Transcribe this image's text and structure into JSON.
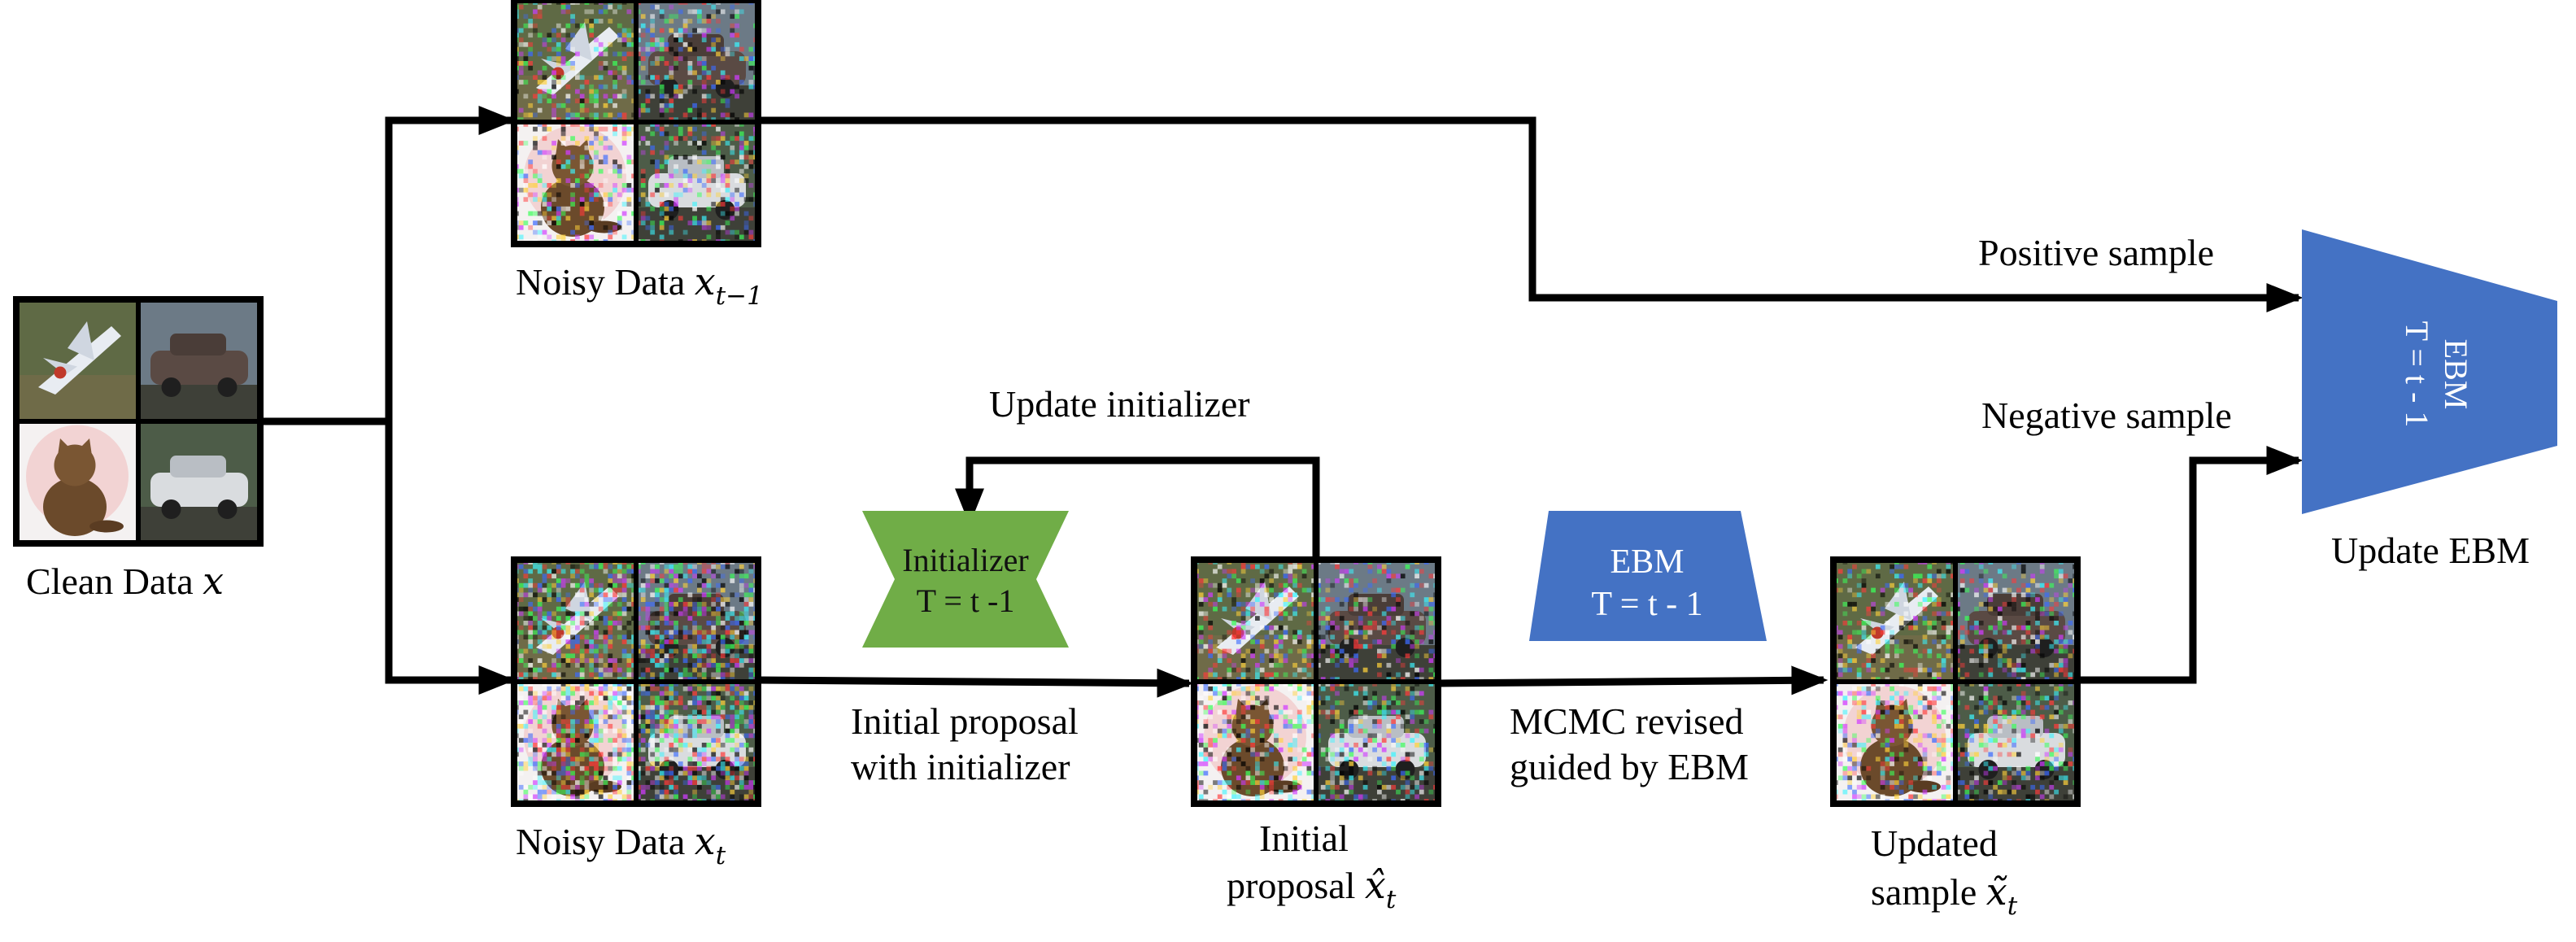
{
  "colors": {
    "ebm_blue": "#4472C4",
    "initializer_green": "#70AD47",
    "line": "#000000"
  },
  "grids": {
    "clean": {
      "label": "Clean Data",
      "symbol": "x",
      "subscript": "",
      "noise": 0,
      "tiles": [
        "airplane",
        "car",
        "cat",
        "car"
      ]
    },
    "noisy_prev": {
      "label": "Noisy Data",
      "symbol": "x",
      "subscript": "t−1",
      "noise": 0.35,
      "tiles": [
        "airplane",
        "car",
        "cat",
        "car"
      ]
    },
    "noisy_t": {
      "label": "Noisy Data",
      "symbol": "x",
      "subscript": "t",
      "noise": 0.6,
      "tiles": [
        "airplane",
        "car",
        "cat",
        "car"
      ]
    },
    "initial": {
      "label_line1": "Initial",
      "label_line2": "proposal",
      "symbol": "x̂",
      "subscript": "t",
      "noise": 0.4,
      "tiles": [
        "airplane",
        "car",
        "cat",
        "car"
      ]
    },
    "updated": {
      "label_line1": "Updated",
      "label_line2": "sample",
      "symbol": "x̃",
      "subscript": "t",
      "noise": 0.4,
      "tiles": [
        "airplane",
        "car",
        "cat",
        "car"
      ]
    }
  },
  "initializer": {
    "line1": "Initializer",
    "line2": "T = t -1"
  },
  "ebm_mid": {
    "line1": "EBM",
    "line2": "T = t - 1"
  },
  "ebm_right": {
    "line1": "EBM",
    "line2": "T = t - 1",
    "caption": "Update EBM"
  },
  "edges": {
    "positive": "Positive sample",
    "negative": "Negative sample",
    "update_initializer": "Update initializer",
    "initial_proposal_line1": "Initial proposal",
    "initial_proposal_line2": "with initializer",
    "mcmc_line1": "MCMC revised",
    "mcmc_line2": "guided by EBM"
  }
}
